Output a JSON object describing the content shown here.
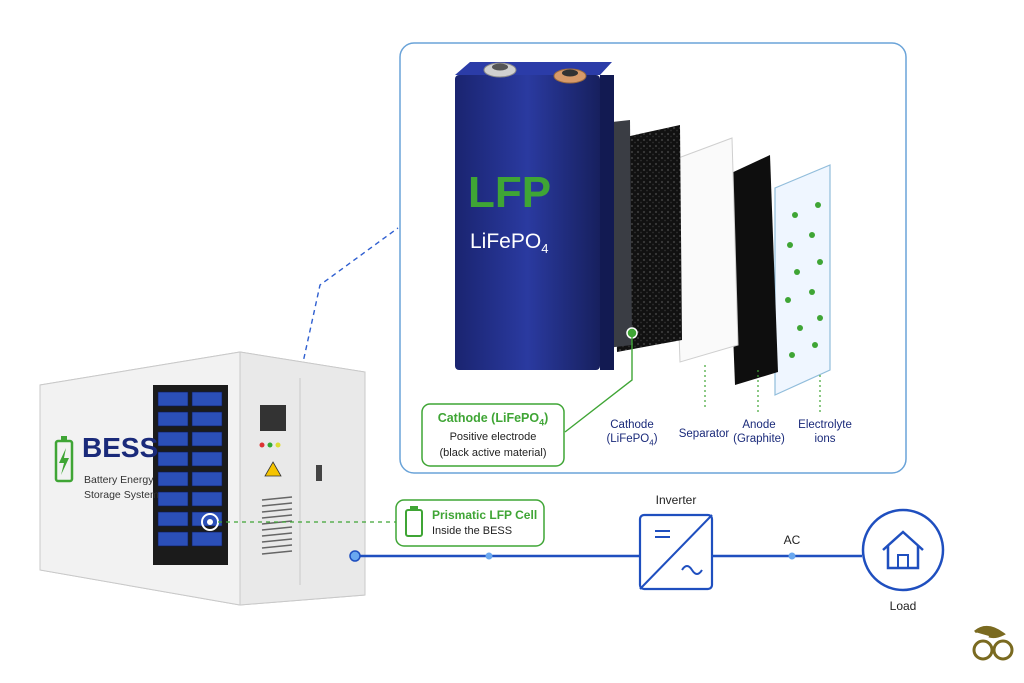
{
  "cell": {
    "brand": "LFP",
    "chemistry": "LiFePO",
    "subscript": "4"
  },
  "callout_cathode": {
    "title": "Cathode (LiFePO",
    "title_sub": "4",
    "title_end": ")",
    "line1": "Positive electrode",
    "line2": "(black active material)"
  },
  "layers": {
    "cathode": {
      "line1": "Cathode",
      "line2": "(LiFePO",
      "line2_sub": "4",
      "line2_end": ")"
    },
    "separator": "Separator",
    "anode": {
      "line1": "Anode",
      "line2": "(Graphite)"
    },
    "electrolyte": {
      "line1": "Electrolyte",
      "line2": "ions"
    }
  },
  "container": {
    "title": "BESS",
    "line1": "Battery Energy",
    "line2": "Storage System"
  },
  "callout_cell": {
    "title": "Prismatic LFP Cell",
    "subtitle": "Inside the BESS"
  },
  "flow": {
    "inverter": "Inverter",
    "ac": "AC",
    "load": "Load"
  },
  "colors": {
    "green": "#3fa535",
    "blue": "#1f4fbf",
    "navy": "#1a2a7a"
  }
}
